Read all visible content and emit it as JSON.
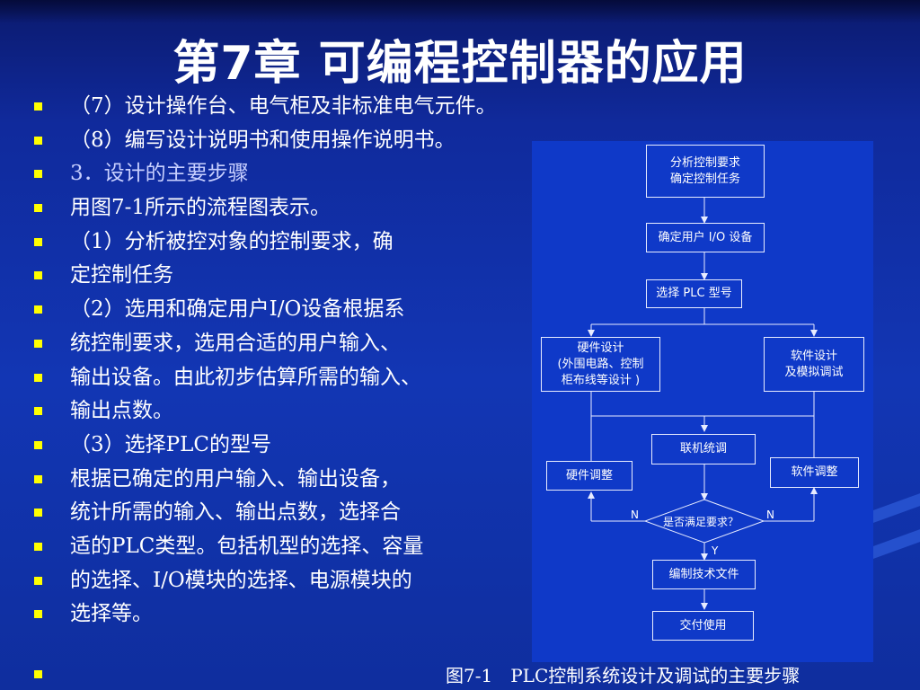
{
  "title": "第7章 可编程控制器的应用",
  "bullets": [
    "（7）设计操作台、电气柜及非标准电气元件。",
    "（8）编写设计说明书和使用操作说明书。",
    "3．设计的主要步骤",
    "用图7-1所示的流程图表示。",
    "（1）分析被控对象的控制要求，确",
    "定控制任务",
    "（2）选用和确定用户I/O设备根据系",
    "统控制要求，选用合适的用户输入、",
    "输出设备。由此初步估算所需的输入、",
    "输出点数。",
    "（3）选择PLC的型号",
    "根据已确定的用户输入、输出设备，",
    "统计所需的输入、输出点数，选择合",
    "适的PLC类型。包括机型的选择、容量",
    "的选择、I/O模块的选择、电源模块的",
    "选择等。"
  ],
  "flow": {
    "analyze_line1": "分析控制要求",
    "analyze_line2": "确定控制任务",
    "io": "确定用户 I/O 设备",
    "plc": "选择 PLC 型号",
    "hw_line1": "硬件设计",
    "hw_line2": "(外围电路、控制",
    "hw_line3": "柜布线等设计 )",
    "sw_line1": "软件设计",
    "sw_line2": "及模拟调试",
    "joint": "联机统调",
    "hw_adjust": "硬件调整",
    "sw_adjust": "软件调整",
    "decision": "是否满足要求？",
    "n_left": "N",
    "n_right": "N",
    "y": "Y",
    "doc": "编制技术文件",
    "deliver": "交付使用"
  },
  "caption": "图7-1　PLC控制系统设计及调试的主要步骤"
}
